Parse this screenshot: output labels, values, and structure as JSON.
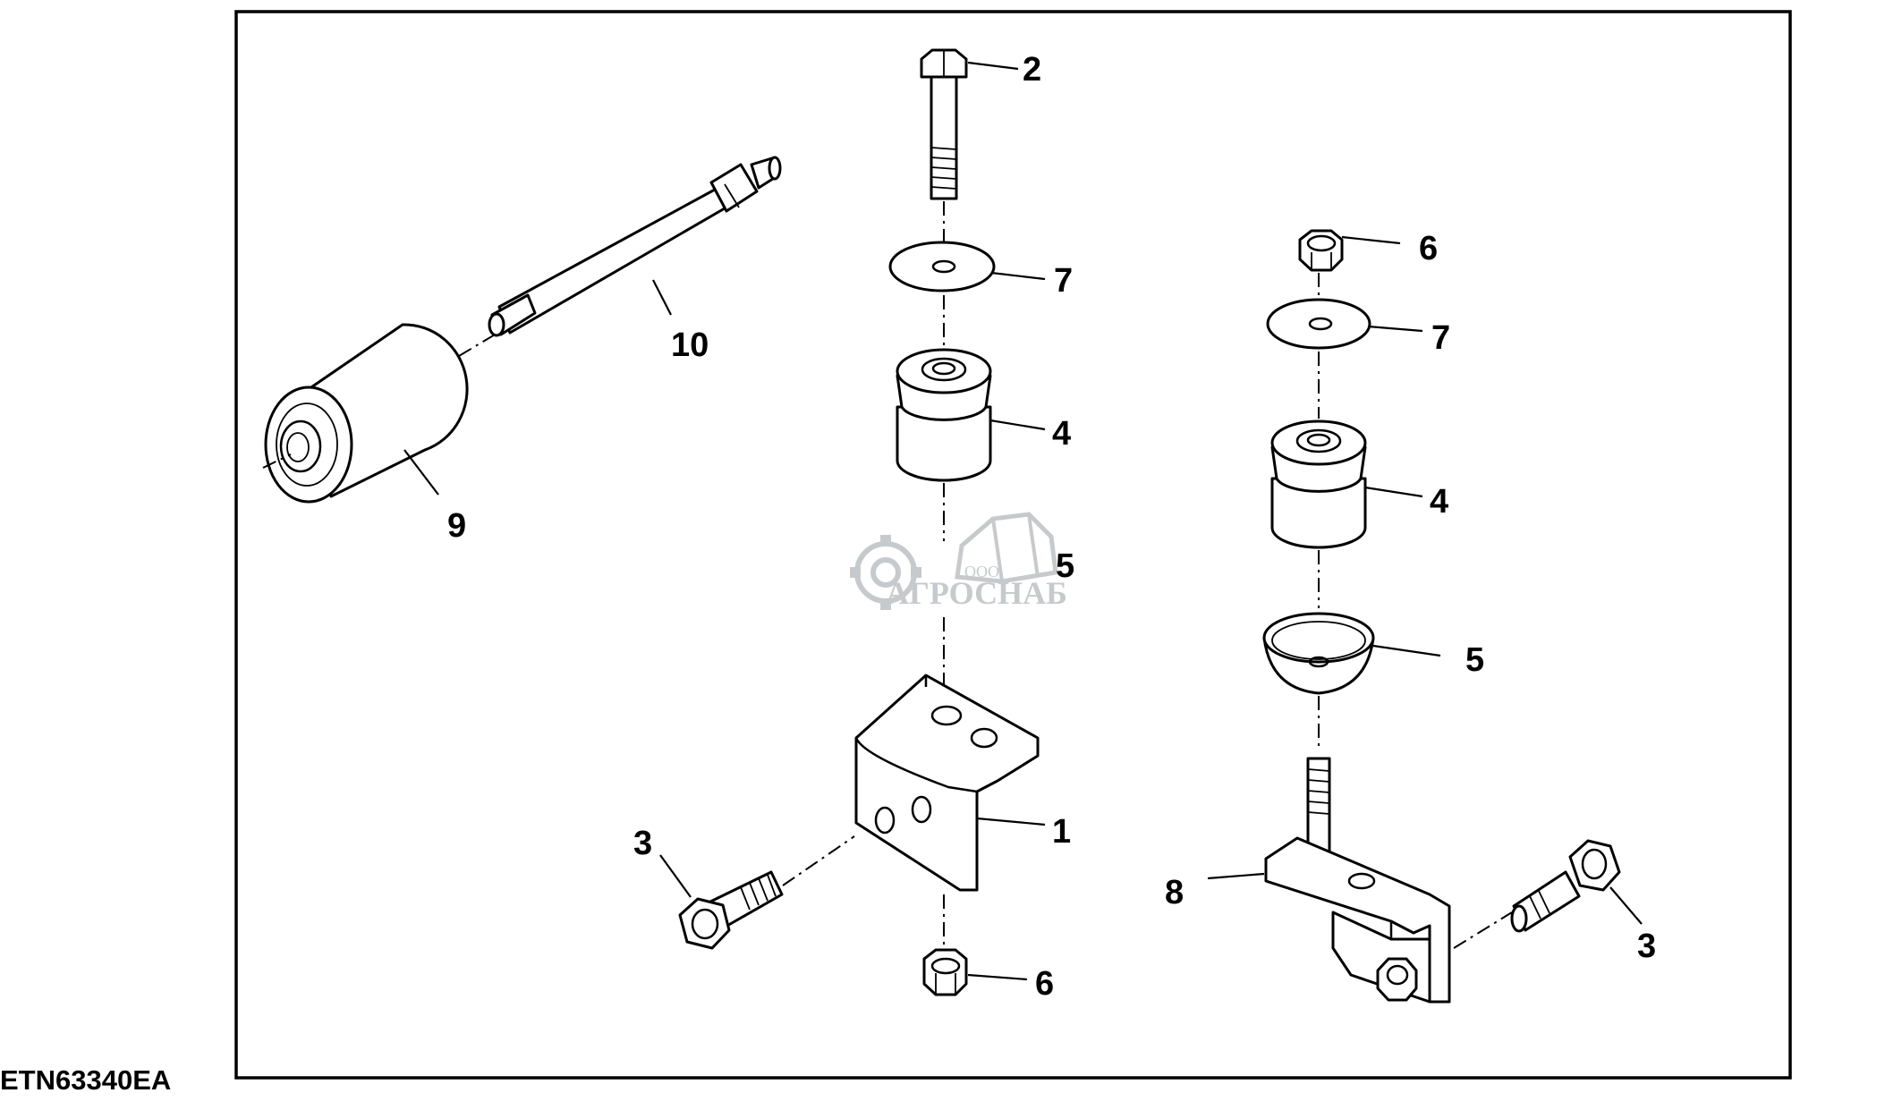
{
  "figure_id": "ETN63340EA",
  "callouts": {
    "c2": "2",
    "c7a": "7",
    "c4a": "4",
    "c5a": "5",
    "c1": "1",
    "c3a": "3",
    "c6a": "6",
    "c10": "10",
    "c9": "9",
    "c6b": "6",
    "c7b": "7",
    "c4b": "4",
    "c5b": "5",
    "c8": "8",
    "c3b": "3"
  },
  "watermark": {
    "small": "ООО",
    "main": "АГРОСНАБ"
  }
}
